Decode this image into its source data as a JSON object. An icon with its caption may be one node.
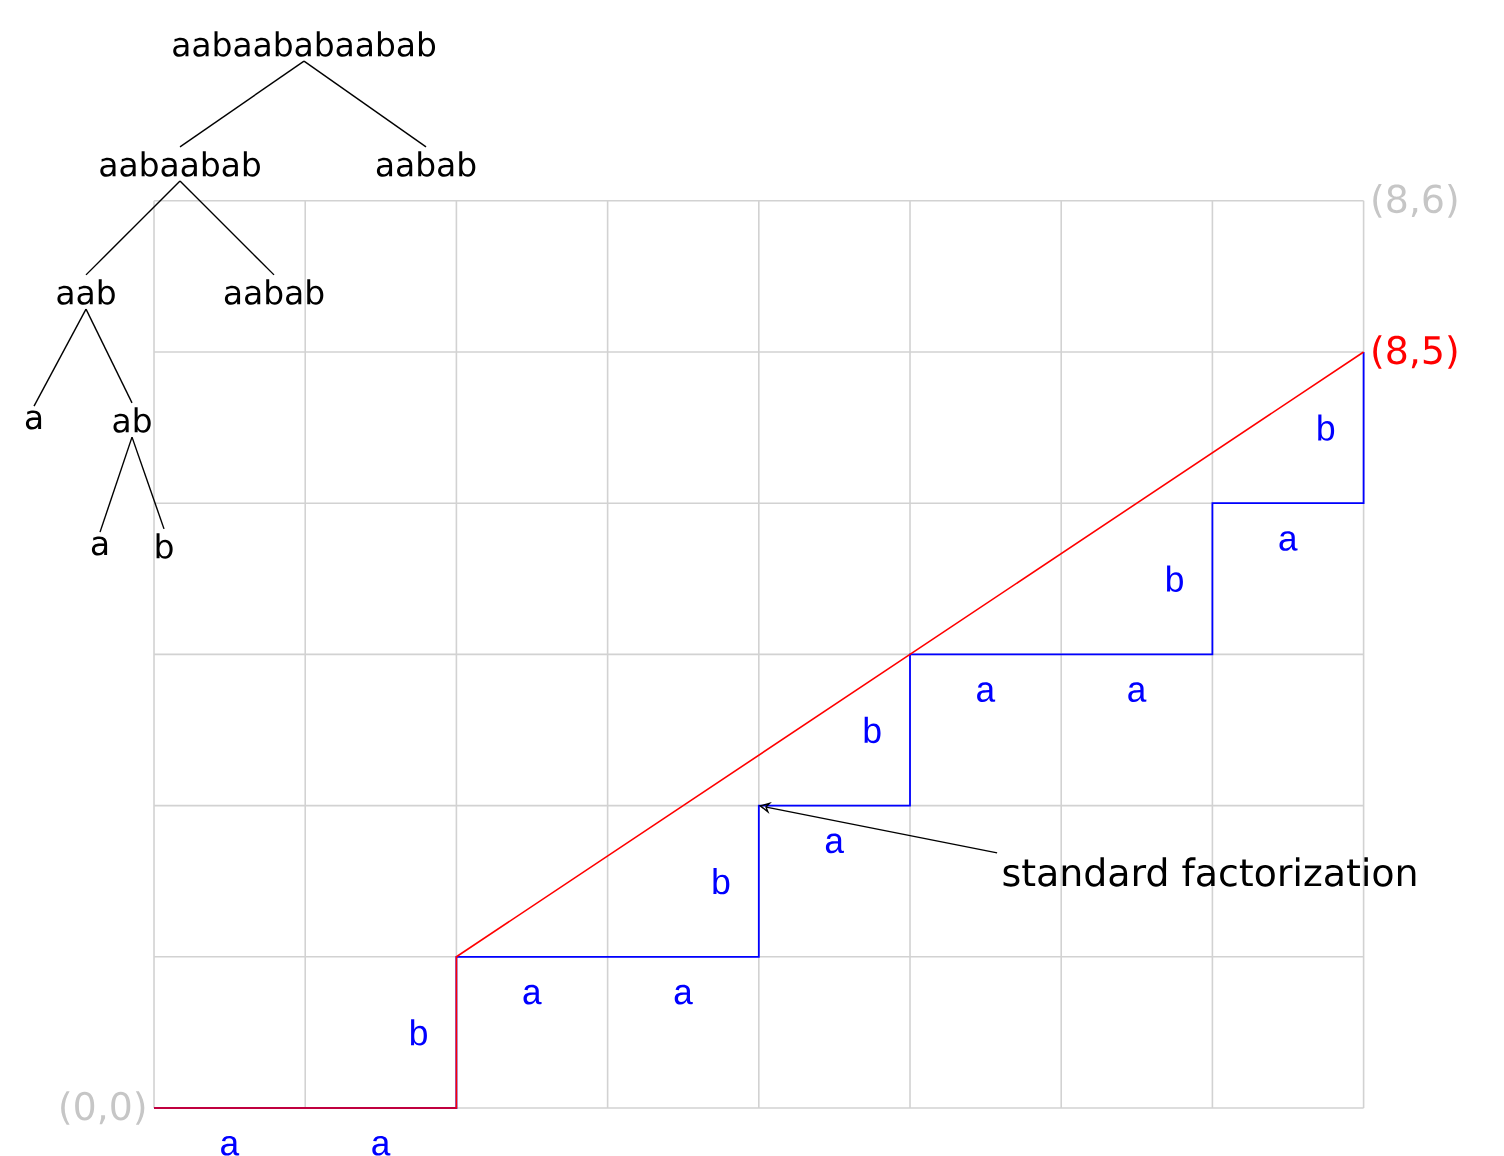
{
  "diagram": {
    "nodes": [
      {
        "text": [
          "aabaababaabab"
        ]
      },
      {
        "text": [
          "aabaabab"
        ]
      },
      {
        "text": [
          "aabab"
        ]
      },
      {
        "text": [
          "aab"
        ]
      },
      {
        "text": [
          "aabab"
        ]
      },
      {
        "text": [
          "a"
        ]
      },
      {
        "text": [
          "ab"
        ]
      },
      {
        "text": [
          "a"
        ]
      },
      {
        "text": [
          "b"
        ]
      },
      {
        "text": [
          "standard factorization"
        ]
      }
    ],
    "edges": [
      {
        "from": 0,
        "to": 1,
        "arrow": "none"
      },
      {
        "from": 0,
        "to": 2,
        "arrow": "none"
      },
      {
        "from": 1,
        "to": 3,
        "arrow": "none"
      },
      {
        "from": 1,
        "to": 4,
        "arrow": "none"
      },
      {
        "from": 3,
        "to": 5,
        "arrow": "none"
      },
      {
        "from": 3,
        "to": 6,
        "arrow": "none"
      },
      {
        "from": 6,
        "to": 7,
        "arrow": "none"
      },
      {
        "from": 6,
        "to": 8,
        "arrow": "none"
      },
      {
        "from": 9,
        "to": null,
        "arrow": "to"
      }
    ],
    "labels": [
      "(8,6)",
      "(8,5)",
      "(0,0)",
      "a",
      "a",
      "b",
      "a",
      "a",
      "b",
      "a",
      "b",
      "a",
      "a",
      "b",
      "a",
      "b"
    ]
  }
}
